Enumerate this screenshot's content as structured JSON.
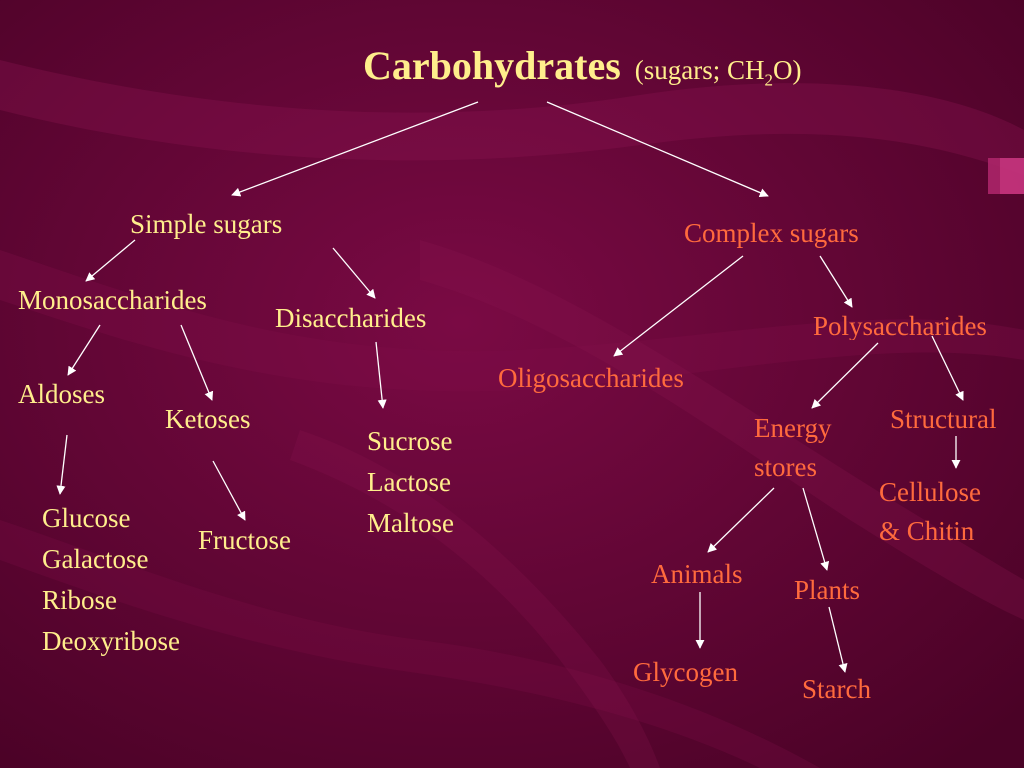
{
  "title": {
    "main": "Carbohydrates",
    "sub_prefix": "(sugars; CH",
    "sub_subscript": "2",
    "sub_suffix": "O)"
  },
  "nodes": {
    "simple_sugars": "Simple sugars",
    "complex_sugars": "Complex sugars",
    "monosaccharides": "Monosaccharides",
    "disaccharides": "Disaccharides",
    "aldoses": "Aldoses",
    "ketoses": "Ketoses",
    "aldose_examples": [
      "Glucose",
      "Galactose",
      "Ribose",
      "Deoxyribose"
    ],
    "fructose": "Fructose",
    "disaccharide_examples": [
      "Sucrose",
      "Lactose",
      "Maltose"
    ],
    "oligosaccharides": "Oligosaccharides",
    "polysaccharides": "Polysaccharides",
    "energy_stores": [
      "Energy",
      "stores"
    ],
    "structural": "Structural",
    "structural_examples": [
      "Cellulose",
      "& Chitin"
    ],
    "animals": "Animals",
    "plants": "Plants",
    "glycogen": "Glycogen",
    "starch": "Starch"
  },
  "colors": {
    "background": "#5c0331",
    "text_left_branch": "#ffee8c",
    "text_right_branch": "#ff6a3d",
    "arrow": "#ffffff"
  }
}
